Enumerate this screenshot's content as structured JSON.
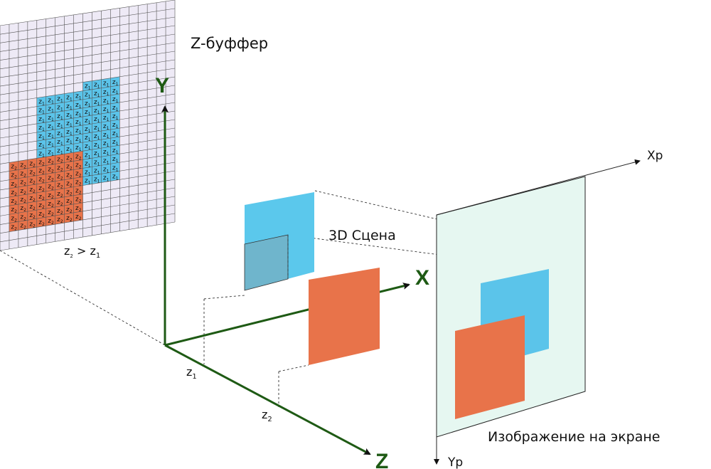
{
  "zbuffer": {
    "title": "Z-буффер",
    "cell_z1_main": "z",
    "cell_z1_sub": "1",
    "cell_z2_main": "z",
    "cell_z2_sub": "2",
    "relation": {
      "a_main": "z",
      "a_sub": "2",
      "op": " > ",
      "b_main": "z",
      "b_sub": "1"
    },
    "colors": {
      "grid_bg": "#EEEAF6",
      "grid_line": "#555555",
      "z1": "#5BC4EA",
      "z2": "#E8734A"
    }
  },
  "axes": {
    "y": "Y",
    "x": "X",
    "z": "Z",
    "z1": {
      "main": "z",
      "sub": "1"
    },
    "z2": {
      "main": "z",
      "sub": "2"
    },
    "color": "#1E5A14"
  },
  "scene": {
    "label": "3D Сцена",
    "colors": {
      "blue": "#5BC8EC",
      "orange": "#E8734A",
      "overlap": "#6FB5CC"
    }
  },
  "screen": {
    "xp": "Xp",
    "yp": "Yp",
    "label": "Изображение на экране",
    "colors": {
      "plane": "#E6F7F1",
      "blue": "#5BC4EA",
      "orange": "#E8734A"
    }
  }
}
